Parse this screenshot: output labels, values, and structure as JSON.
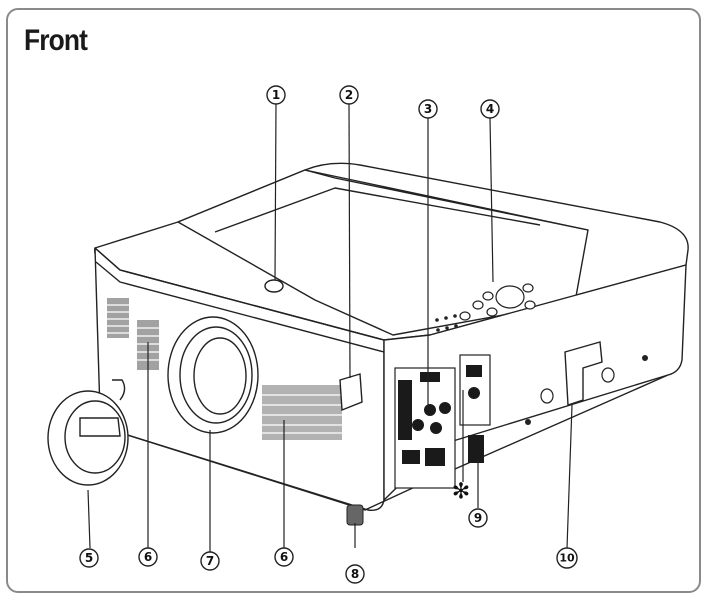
{
  "title": "Front",
  "callouts": [
    {
      "id": "1",
      "label": "1"
    },
    {
      "id": "2",
      "label": "2"
    },
    {
      "id": "3",
      "label": "3"
    },
    {
      "id": "4",
      "label": "4"
    },
    {
      "id": "5",
      "label": "5"
    },
    {
      "id": "6a",
      "label": "6"
    },
    {
      "id": "7",
      "label": "7"
    },
    {
      "id": "6b",
      "label": "6"
    },
    {
      "id": "8",
      "label": "8"
    },
    {
      "id": "9",
      "label": "9"
    },
    {
      "id": "10",
      "label": "10"
    }
  ],
  "asterisk": "✻",
  "colors": {
    "line": "#222222",
    "frame": "#8a8a8a",
    "body": "#ffffff",
    "dark": "#1a1a1a"
  }
}
